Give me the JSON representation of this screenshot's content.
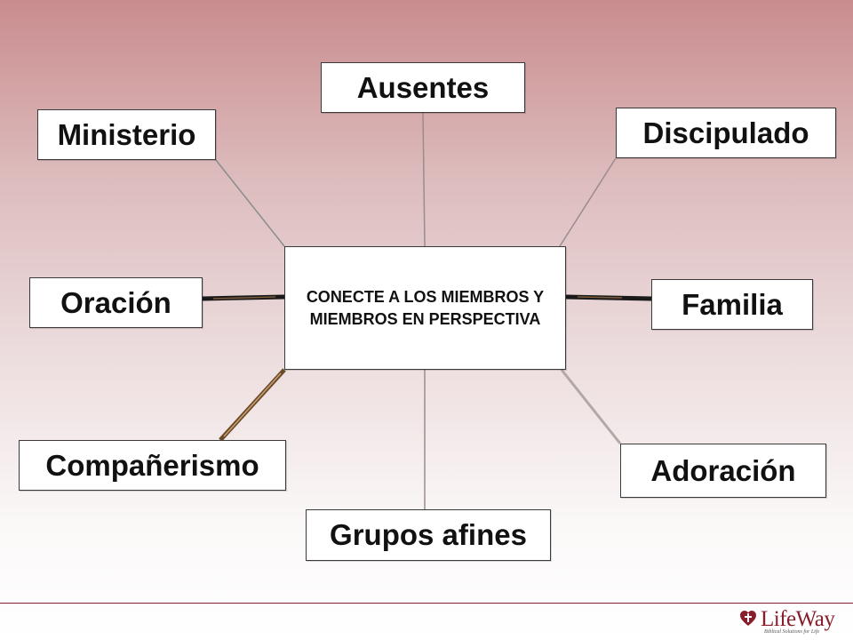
{
  "diagram": {
    "center": {
      "label": "CONECTE A LOS MIEMBROS Y MIEMBROS EN PERSPECTIVA"
    },
    "nodes": [
      {
        "id": "ausentes",
        "label": "Ausentes"
      },
      {
        "id": "discipulado",
        "label": "Discipulado"
      },
      {
        "id": "familia",
        "label": "Familia"
      },
      {
        "id": "adoracion",
        "label": "Adoración"
      },
      {
        "id": "grupos-afines",
        "label": "Grupos afines"
      },
      {
        "id": "companerismo",
        "label": "Compañerismo"
      },
      {
        "id": "oracion",
        "label": "Oración"
      },
      {
        "id": "ministerio",
        "label": "Ministerio"
      }
    ]
  },
  "footer": {
    "logo": {
      "text": "LifeWay",
      "tagline": "Biblical Solutions for Life",
      "color": "#8a1d2b"
    },
    "rule_color": "#8a1d2b"
  }
}
